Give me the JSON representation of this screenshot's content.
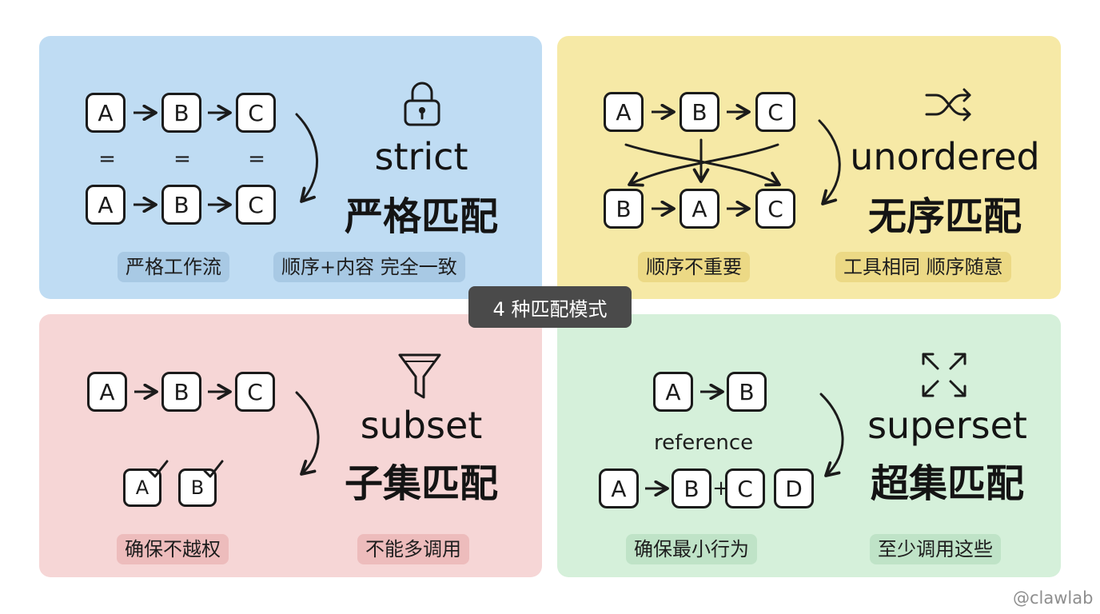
{
  "badge": "4 种匹配模式",
  "watermark": "@clawlab",
  "strict": {
    "title_en": "strict",
    "title_cn": "严格匹配",
    "row1": [
      "A",
      "B",
      "C"
    ],
    "equals": [
      "=",
      "=",
      "="
    ],
    "row2": [
      "A",
      "B",
      "C"
    ],
    "chips": [
      "严格工作流",
      "顺序+内容 完全一致"
    ],
    "icon": "lock-icon"
  },
  "unordered": {
    "title_en": "unordered",
    "title_cn": "无序匹配",
    "row1": [
      "A",
      "B",
      "C"
    ],
    "row2": [
      "B",
      "A",
      "C"
    ],
    "chips": [
      "顺序不重要",
      "工具相同 顺序随意"
    ],
    "icon": "shuffle-icon"
  },
  "subset": {
    "title_en": "subset",
    "title_cn": "子集匹配",
    "row1": [
      "A",
      "B",
      "C"
    ],
    "row2": [
      "A",
      "B"
    ],
    "chips": [
      "确保不越权",
      "不能多调用"
    ],
    "icon": "funnel-icon"
  },
  "superset": {
    "title_en": "superset",
    "title_cn": "超集匹配",
    "row1": [
      "A",
      "B"
    ],
    "reference": "reference",
    "row2": [
      "A",
      "B",
      "C",
      "D"
    ],
    "plus": "+",
    "chips": [
      "确保最小行为",
      "至少调用这些"
    ],
    "icon": "expand-icon"
  },
  "colors": {
    "strict_bg": "#bfdcf3",
    "unordered_bg": "#f6e9a6",
    "subset_bg": "#f6d6d6",
    "superset_bg": "#d5f0da",
    "badge_bg": "#4a4a4a"
  }
}
